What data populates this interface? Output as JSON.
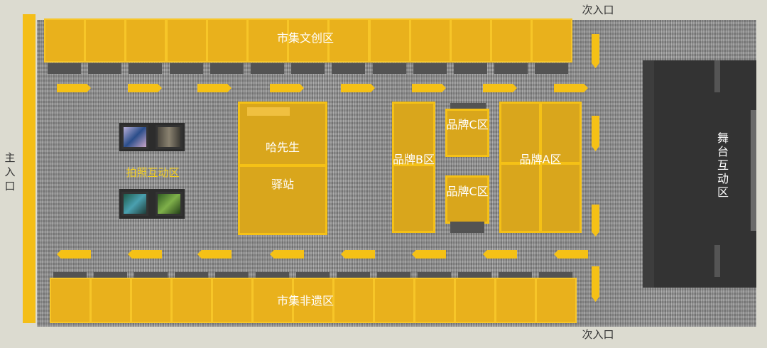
{
  "labels": {
    "main_entrance": "主入口",
    "secondary_entrance_top": "次入口",
    "secondary_entrance_bottom": "次入口",
    "top_market": "市集文创区",
    "bottom_market": "市集非遗区",
    "photo_zone": "拍照互动区",
    "ha_xiansheng": "哈先生",
    "station": "驿站",
    "brand_b": "品牌B区",
    "brand_c_top": "品牌C区",
    "brand_c_bottom": "品牌C区",
    "brand_a": "品牌A区",
    "stage": "舞台互动区"
  },
  "colors": {
    "accent": "#f5c116",
    "stage": "#333333",
    "floor": "#8a8a8a"
  }
}
